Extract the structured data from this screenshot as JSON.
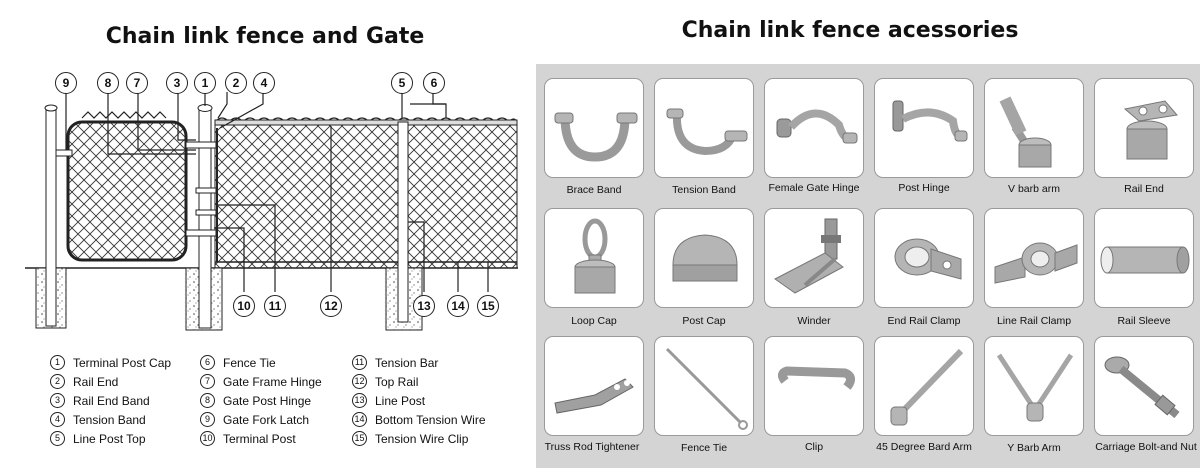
{
  "left": {
    "title": "Chain link fence and Gate",
    "callouts": [
      "9",
      "8",
      "7",
      "3",
      "1",
      "2",
      "4",
      "5",
      "6",
      "10",
      "11",
      "12",
      "13",
      "14",
      "15"
    ],
    "legend": [
      {
        "num": "1",
        "label": "Terminal Post Cap"
      },
      {
        "num": "2",
        "label": "Rail End"
      },
      {
        "num": "3",
        "label": "Rail End Band"
      },
      {
        "num": "4",
        "label": "Tension Band"
      },
      {
        "num": "5",
        "label": "Line Post Top"
      },
      {
        "num": "6",
        "label": "Fence Tie"
      },
      {
        "num": "7",
        "label": "Gate Frame Hinge"
      },
      {
        "num": "8",
        "label": "Gate Post Hinge"
      },
      {
        "num": "9",
        "label": "Gate Fork Latch"
      },
      {
        "num": "10",
        "label": "Terminal Post"
      },
      {
        "num": "11",
        "label": "Tension Bar"
      },
      {
        "num": "12",
        "label": "Top Rail"
      },
      {
        "num": "13",
        "label": "Line Post"
      },
      {
        "num": "14",
        "label": "Bottom Tension Wire"
      },
      {
        "num": "15",
        "label": "Tension Wire Clip"
      }
    ]
  },
  "right": {
    "title": "Chain link fence acessories",
    "items": [
      {
        "label": "Brace Band",
        "icon": "brace-band-icon"
      },
      {
        "label": "Tension Band",
        "icon": "tension-band-icon"
      },
      {
        "label": "Female Gate Hinge",
        "icon": "female-gate-hinge-icon"
      },
      {
        "label": "Post Hinge",
        "icon": "post-hinge-icon"
      },
      {
        "label": "V barb arm",
        "icon": "v-barb-arm-icon"
      },
      {
        "label": "Rail End",
        "icon": "rail-end-icon"
      },
      {
        "label": "Loop Cap",
        "icon": "loop-cap-icon"
      },
      {
        "label": "Post Cap",
        "icon": "post-cap-icon"
      },
      {
        "label": "Winder",
        "icon": "winder-icon"
      },
      {
        "label": "End Rail Clamp",
        "icon": "end-rail-clamp-icon"
      },
      {
        "label": "Line Rail Clamp",
        "icon": "line-rail-clamp-icon"
      },
      {
        "label": "Rail Sleeve",
        "icon": "rail-sleeve-icon"
      },
      {
        "label": "Truss Rod Tightener",
        "icon": "truss-rod-tightener-icon"
      },
      {
        "label": "Fence Tie",
        "icon": "fence-tie-icon"
      },
      {
        "label": "Clip",
        "icon": "clip-icon"
      },
      {
        "label": "45 Degree Bard Arm",
        "icon": "45-degree-barb-arm-icon"
      },
      {
        "label": "Y Barb Arm",
        "icon": "y-barb-arm-icon"
      },
      {
        "label": "Carriage Bolt-and Nut",
        "icon": "carriage-bolt-icon"
      }
    ]
  },
  "colors": {
    "panel": "#d4d4d4",
    "metal": "#a8a8a8",
    "metal_dark": "#6e6e6e",
    "line": "#222222"
  }
}
